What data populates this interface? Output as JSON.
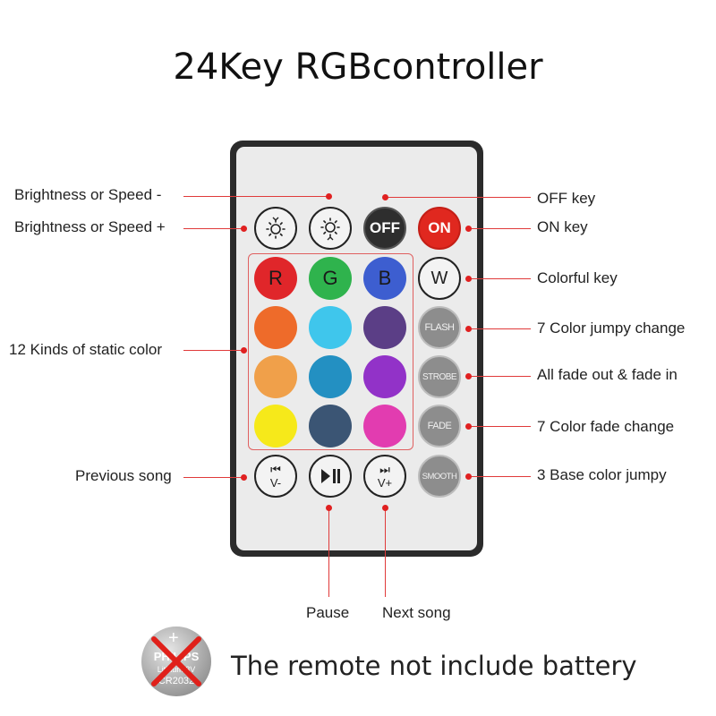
{
  "title": "24Key RGBcontroller",
  "keys": {
    "brightness_down": "brightness-down",
    "brightness_up": "brightness-up",
    "off": "OFF",
    "on": "ON",
    "r": "R",
    "g": "G",
    "b": "B",
    "w": "W",
    "flash": "FLASH",
    "strobe": "STROBE",
    "fade": "FADE",
    "smooth": "SMOOTH",
    "prev_label": "V-",
    "next_label": "V+"
  },
  "colors": {
    "red": "#e0262a",
    "green": "#2fb34d",
    "blue": "#3d5ed0",
    "orange": "#ee6b2a",
    "cyan": "#3fc6ec",
    "purple_dark": "#5b3e86",
    "light_orange": "#f0a04a",
    "teal": "#2390c2",
    "violet": "#9232c8",
    "yellow": "#f6e91a",
    "slate": "#3b5574",
    "magenta": "#e23cb0",
    "annotation": "#e03a3a"
  },
  "labels": {
    "brightness_speed_minus": "Brightness or Speed -",
    "brightness_speed_plus": "Brightness or Speed +",
    "static_color": "12 Kinds of static color",
    "previous_song": "Previous song",
    "off_key": "OFF key",
    "on_key": "ON key",
    "colorful_key": "Colorful key",
    "jumpy_change": "7 Color jumpy change",
    "fade_inout": "All fade out & fade in",
    "fade_change": "7 Color fade change",
    "base_jumpy": "3 Base color jumpy",
    "pause": "Pause",
    "next_song": "Next song"
  },
  "battery": {
    "brand": "PHILIPS",
    "type": "Lithium 3V",
    "model": "CR2032",
    "note": "The remote not include battery"
  }
}
